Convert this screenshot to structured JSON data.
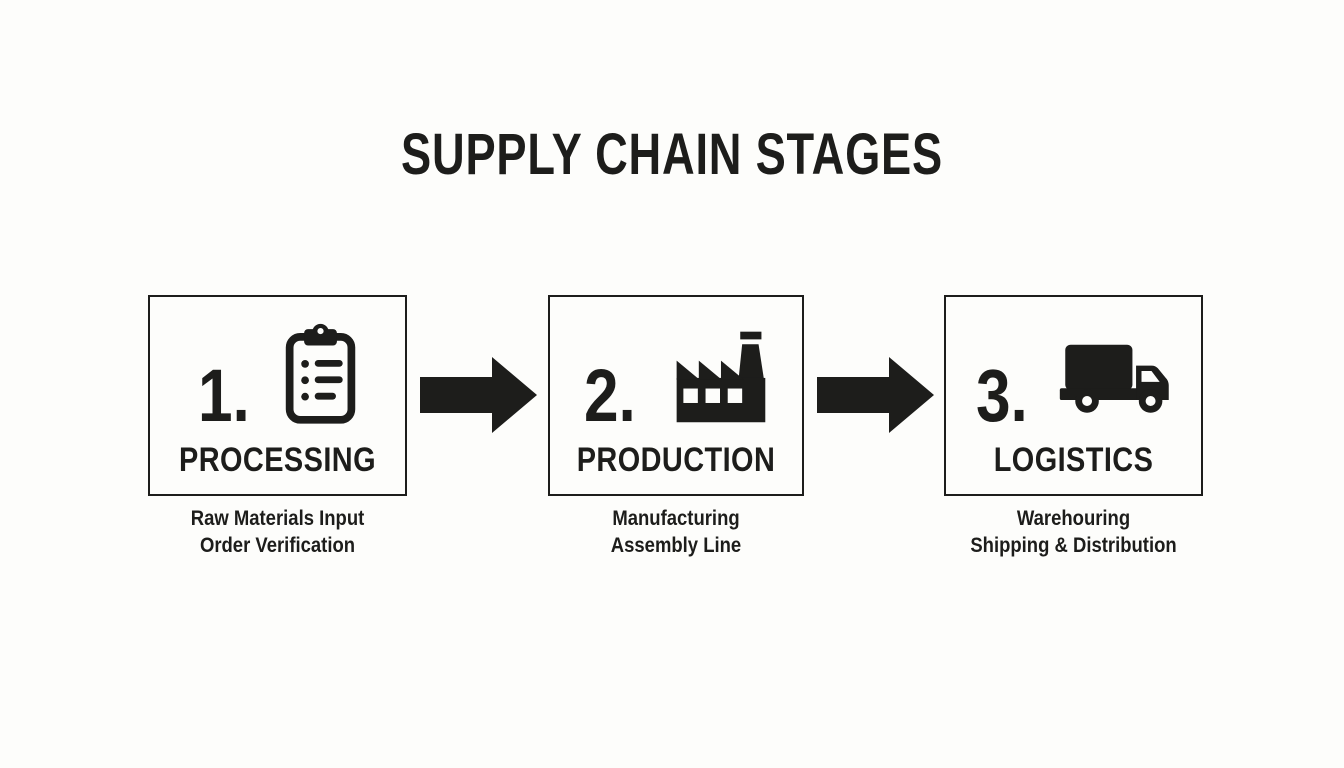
{
  "title": "SUPPLY CHAIN STAGES",
  "colors": {
    "ink": "#1d1d1b",
    "background": "#fdfdfb"
  },
  "icons": [
    "clipboard-checklist-icon",
    "factory-icon",
    "truck-icon",
    "arrow-right-icon"
  ],
  "stages": [
    {
      "number_label": "1.",
      "icon": "clipboard-checklist-icon",
      "label": "PROCESSING",
      "caption_lines": [
        "Raw Materials Input",
        "Order Verification"
      ]
    },
    {
      "number_label": "2.",
      "icon": "factory-icon",
      "label": "PRODUCTION",
      "caption_lines": [
        "Manufacturing",
        "Assembly Line"
      ]
    },
    {
      "number_label": "3.",
      "icon": "truck-icon",
      "label": "LOGISTICS",
      "caption_lines": [
        "Warehouring",
        "Shipping & Distribution"
      ]
    }
  ]
}
